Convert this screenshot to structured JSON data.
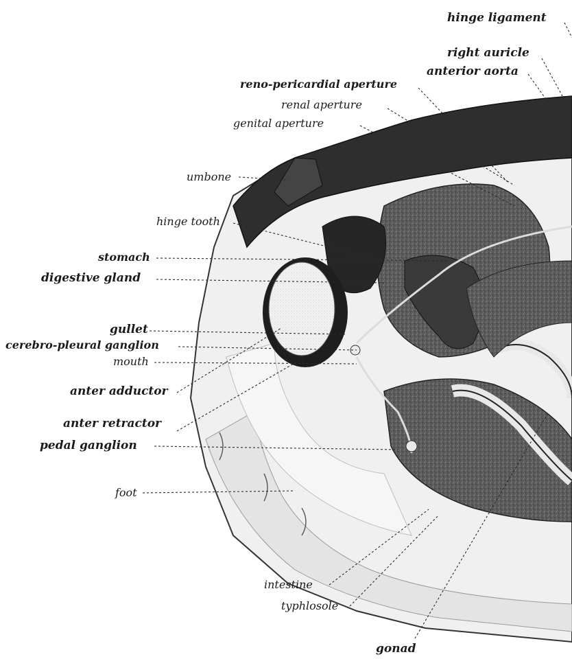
{
  "labels": {
    "hinge_ligament": "hinge ligament",
    "right_auricle": "right auricle",
    "anterior_aorta": "anterior aorta",
    "reno_pericardial_aperture": "reno-pericardial aperture",
    "renal_aperture": "renal aperture",
    "genital_aperture": "genital aperture",
    "umbone": "umbone",
    "hinge_tooth": "hinge tooth",
    "stomach": "stomach",
    "digestive_gland": "digestive gland",
    "gullet": "gullet",
    "cerebro_pleural_ganglion": "cerebro-pleural ganglion",
    "mouth": "mouth",
    "anter_adductor": "anter adductor",
    "anter_retractor": "anter retractor",
    "pedal_ganglion": "pedal ganglion",
    "foot": "foot",
    "intestine": "intestine",
    "typhlosole": "typhlosole",
    "gonad": "gonad"
  },
  "colors": {
    "ink": "#1b1b1b",
    "dark_tissue": "#2e2e2e",
    "gland": "#4f4f4f",
    "foot_shade": "#e9e9e9"
  }
}
